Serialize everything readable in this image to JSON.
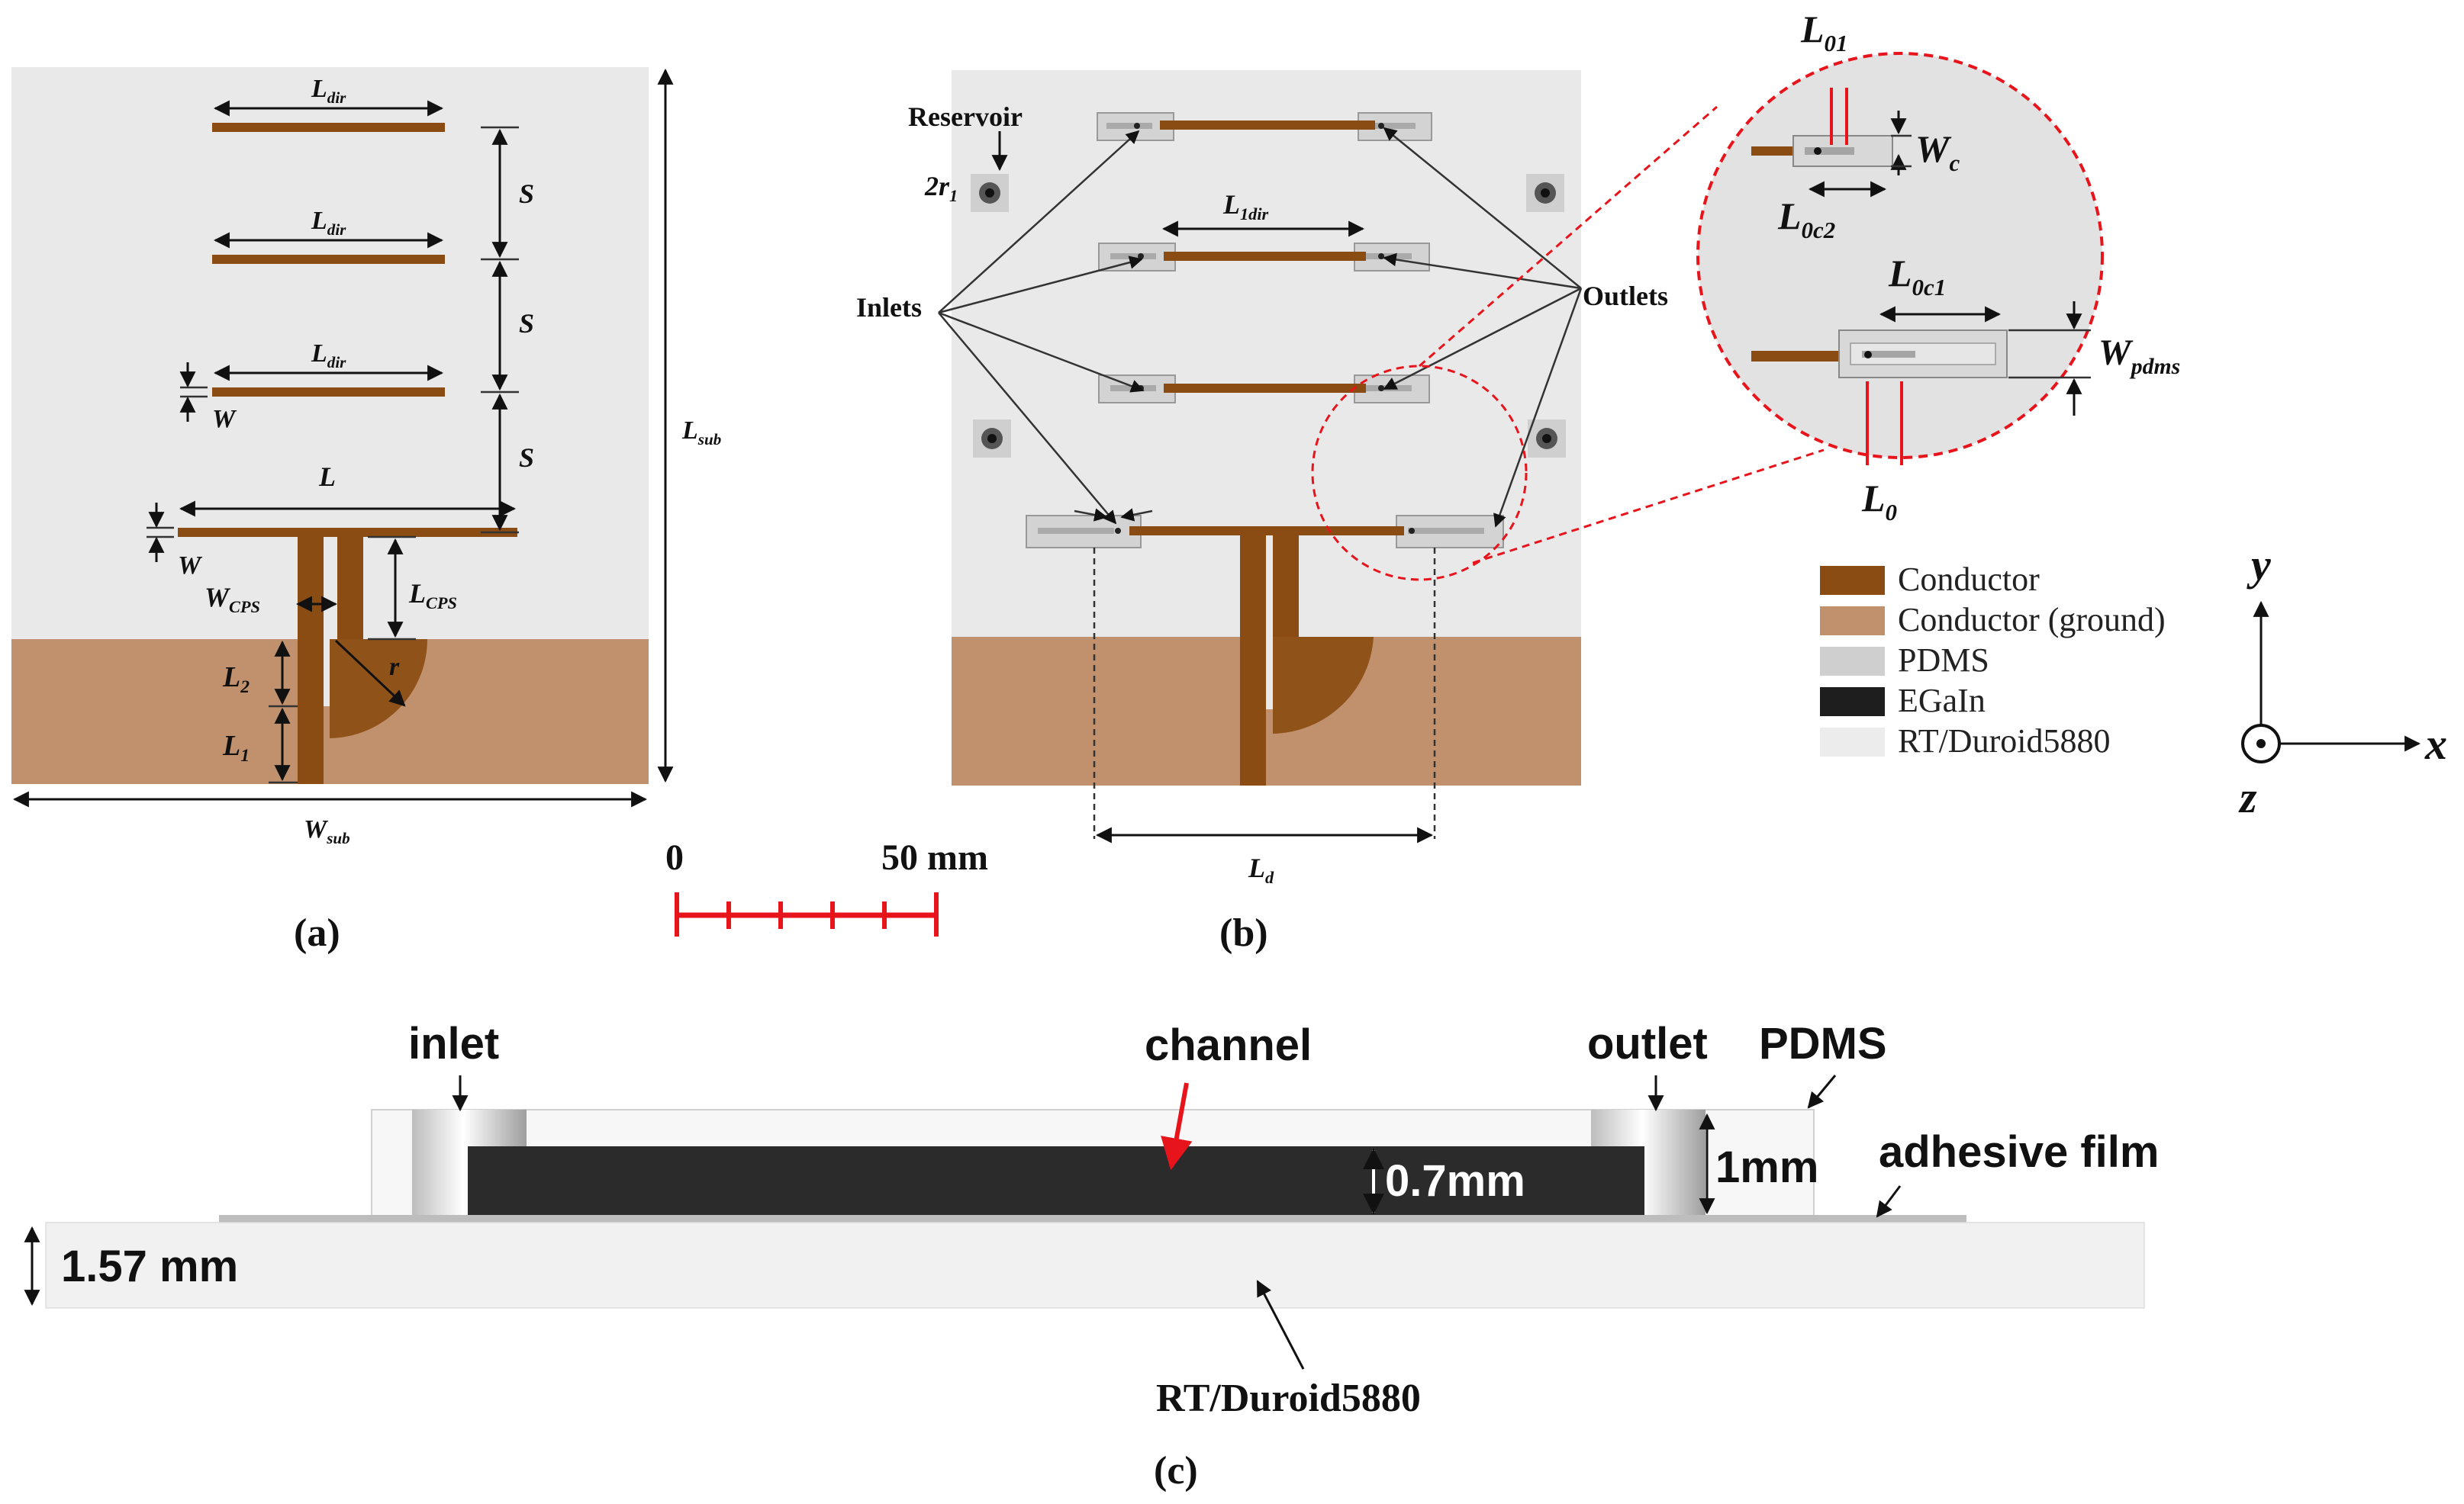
{
  "colors": {
    "conductor": "#8a4c12",
    "ground": "#c0916c",
    "pdms": "#cfcfcf",
    "egain": "#2b2b2b",
    "substrate": "#e9e9e9",
    "scale_bar": "#e8141c",
    "zoom_circle": "#e8141c"
  },
  "panel_a": {
    "caption": "(a)",
    "labels": {
      "l_dir": "L",
      "l_dir_sub": "dir",
      "s": "S",
      "w": "W",
      "l": "L",
      "l_sub": "sub",
      "w_sub": "W",
      "w_sub_sub": "sub",
      "w_cps": "W",
      "w_cps_sub": "CPS",
      "l_cps": "L",
      "l_cps_sub": "CPS",
      "l2": "L",
      "l2_sub": "2",
      "l1": "L",
      "l1_sub": "1",
      "r": "r"
    }
  },
  "panel_b": {
    "caption": "(b)",
    "labels": {
      "reservoir": "Reservoir",
      "two_r1": "2r",
      "two_r1_sub": "1",
      "inlets": "Inlets",
      "outlets": "Outlets",
      "l1dir": "L",
      "l1dir_sub": "1dir",
      "l_d": "L",
      "l_d_sub": "d",
      "l01": "L",
      "l01_sub": "01",
      "w_c": "W",
      "w_c_sub": "c",
      "l0c2": "L",
      "l0c2_sub": "0c2",
      "l0c1": "L",
      "l0c1_sub": "0c1",
      "w_pdms": "W",
      "w_pdms_sub": "pdms",
      "l0": "L",
      "l0_sub": "0"
    }
  },
  "legend": [
    {
      "label": "Conductor",
      "color": "#8a4c12"
    },
    {
      "label": "Conductor (ground)",
      "color": "#c0916c"
    },
    {
      "label": "PDMS",
      "color": "#cfcfcf"
    },
    {
      "label": "EGaIn",
      "color": "#1e1e1e"
    },
    {
      "label": "RT/Duroid5880",
      "color": "#ececec"
    }
  ],
  "axes": {
    "y": "y",
    "x": "x",
    "z": "z"
  },
  "scale_bar": {
    "start": "0",
    "end": "50 mm"
  },
  "panel_c": {
    "caption": "(c)",
    "labels": {
      "inlet": "inlet",
      "channel": "channel",
      "outlet": "outlet",
      "pdms": "PDMS",
      "adhesive_film": "adhesive film",
      "channel_height": "0.7mm",
      "pdms_height": "1mm",
      "substrate_height": "1.57 mm",
      "substrate": "RT/Duroid5880"
    }
  }
}
